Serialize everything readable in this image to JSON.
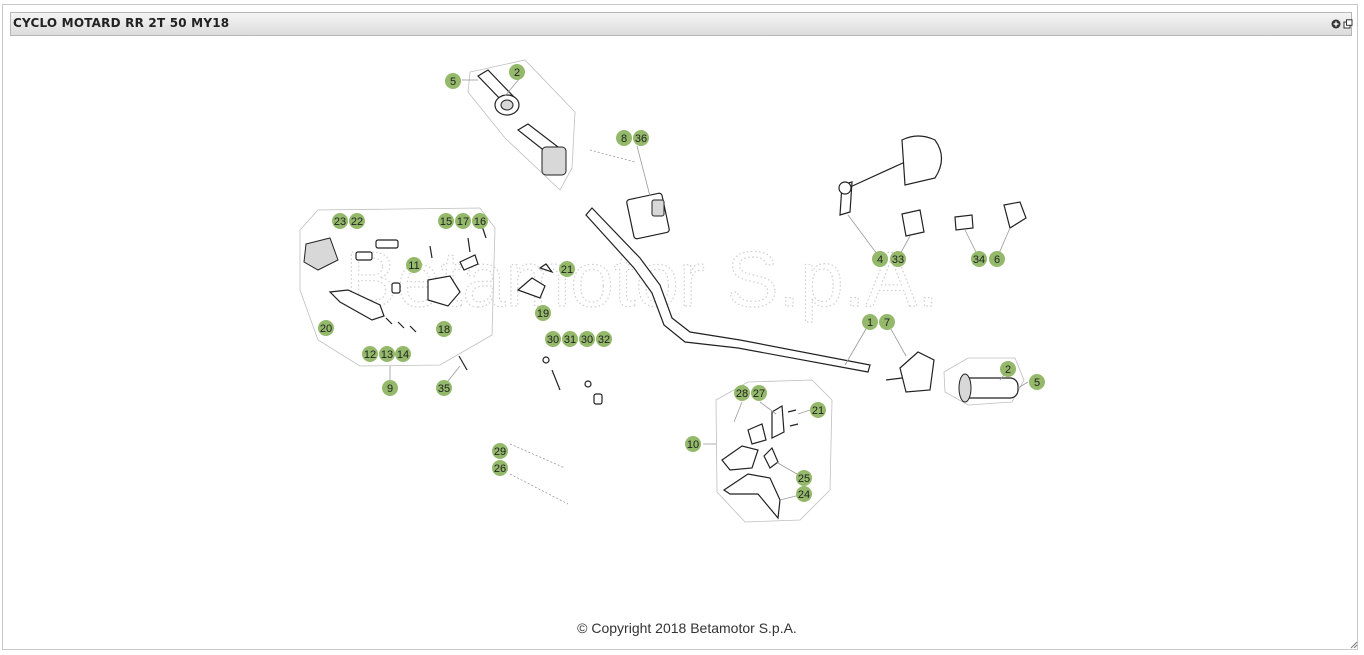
{
  "window": {
    "title": "CYCLO MOTARD RR 2T 50 MY18"
  },
  "watermark": "Betamotor S.p.A.",
  "footer": {
    "copyright": "© Copyright 2018 Betamotor S.p.A."
  },
  "callouts": [
    "5",
    "2",
    "8",
    "36",
    "23",
    "22",
    "15",
    "17",
    "16",
    "11",
    "21",
    "19",
    "20",
    "18",
    "12",
    "13",
    "14",
    "9",
    "35",
    "30",
    "31",
    "30",
    "32",
    "4",
    "33",
    "34",
    "6",
    "1",
    "7",
    "2",
    "5",
    "28",
    "27",
    "21",
    "10",
    "25",
    "24",
    "29",
    "26"
  ],
  "icons": {
    "toolbar": [
      "add-circle-icon",
      "popout-icon"
    ],
    "corner": "resize-grip-icon"
  },
  "colors": {
    "callout_fill": "#94b96b",
    "titlebar": "#dcdcdc"
  }
}
